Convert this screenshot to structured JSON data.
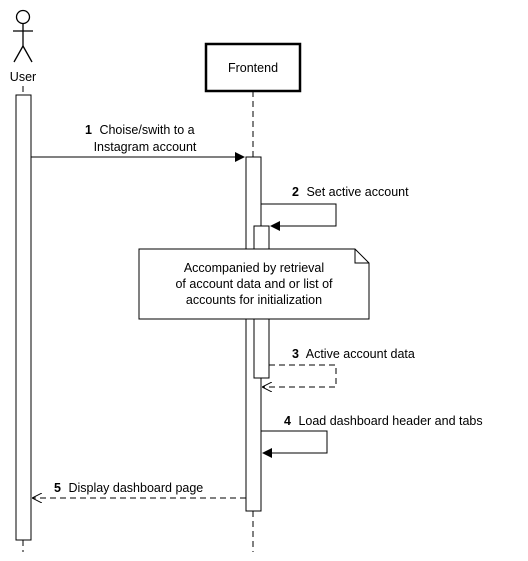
{
  "actors": {
    "user": {
      "label": "User"
    },
    "frontend": {
      "label": "Frontend"
    }
  },
  "messages": [
    {
      "number": "1",
      "lines": [
        "Choise/swith to a",
        "Instagram account"
      ],
      "kind": "sync"
    },
    {
      "number": "2",
      "lines": [
        "Set active account"
      ],
      "kind": "self"
    },
    {
      "number": "3",
      "lines": [
        "Active account data"
      ],
      "kind": "self-return"
    },
    {
      "number": "4",
      "lines": [
        "Load dashboard header and tabs"
      ],
      "kind": "self"
    },
    {
      "number": "5",
      "lines": [
        "Display dashboard page"
      ],
      "kind": "return"
    }
  ],
  "note": {
    "lines": [
      "Accompanied by retrieval",
      "of account data and or list of",
      "accounts for initialization"
    ]
  }
}
